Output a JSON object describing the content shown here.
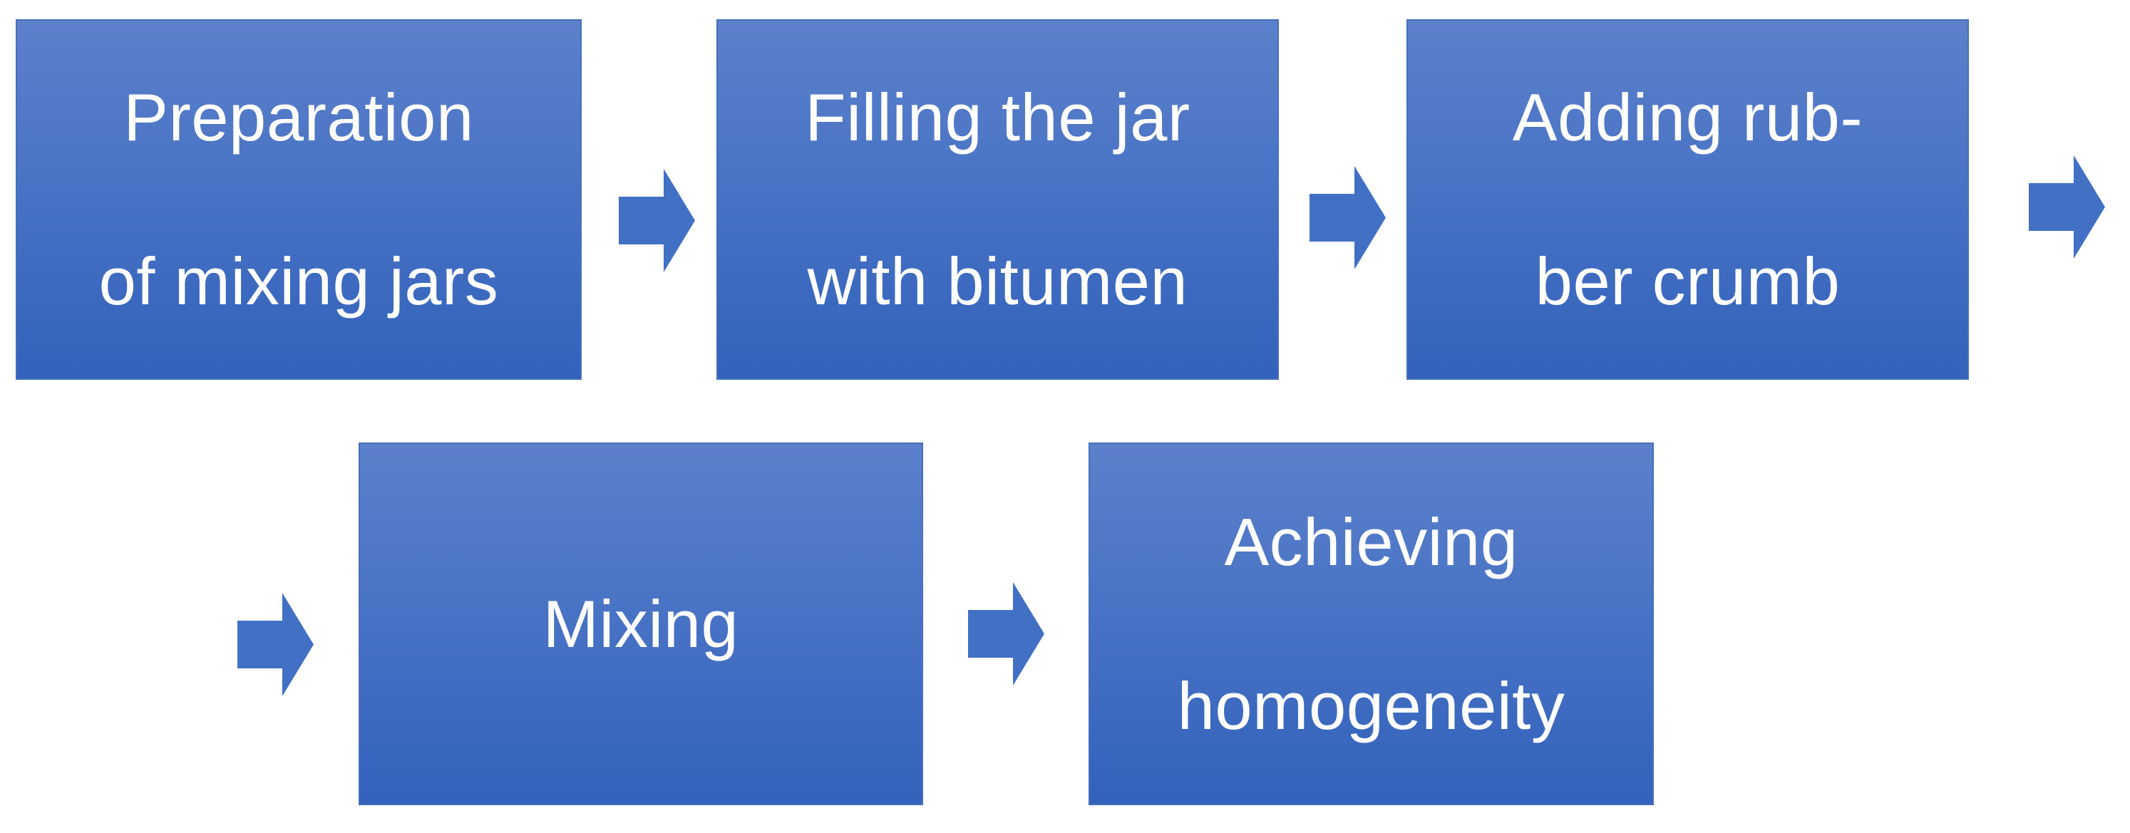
{
  "diagram": {
    "type": "process-flow",
    "connector_style": "block-right-arrow",
    "colors": {
      "background": "#ffffff",
      "box_fill_top": "#5c81cb",
      "box_fill_bottom": "#3262bc",
      "box_border": "#476fbc",
      "arrow_color": "#4170c5",
      "text_color": "#ffffff"
    },
    "steps": [
      {
        "lines": [
          "Preparation",
          "of mixing jars"
        ]
      },
      {
        "lines": [
          "Filling the jar",
          "with bitumen"
        ]
      },
      {
        "lines": [
          "Adding rub-",
          "ber crumb"
        ]
      },
      {
        "lines": [
          "Mixing"
        ]
      },
      {
        "lines": [
          "Achieving",
          "homogeneity"
        ]
      }
    ]
  }
}
